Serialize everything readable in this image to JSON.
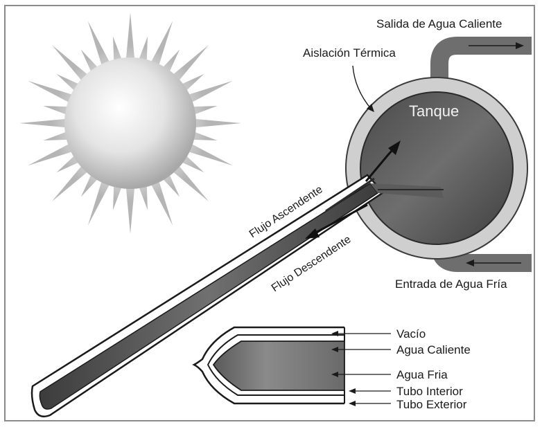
{
  "labels": {
    "hot_outlet": "Salida de Agua Caliente",
    "insulation": "Aislación Térmica",
    "tank": "Tanque",
    "upward_flow": "Flujo Ascendente",
    "downward_flow": "Flujo Descendente",
    "cold_inlet": "Entrada de Agua Fría"
  },
  "detail_labels": {
    "vacuum": "Vacío",
    "hot_water": "Agua Caliente",
    "cold_water": "Agua Fria",
    "inner_tube": "Tubo Interior",
    "outer_tube": "Tubo Exterior"
  },
  "colors": {
    "frame": "#8a8a8a",
    "tube_dark": "#3a3a3a",
    "tube_mid": "#7a7a7a",
    "insulation": "#cfcfcf",
    "pipe": "#6e6e6e",
    "sun_core": "#e8e8e8",
    "sun_rays": "#a9a9a9"
  },
  "icons": [
    "sun-icon",
    "flow-arrow-icon"
  ]
}
